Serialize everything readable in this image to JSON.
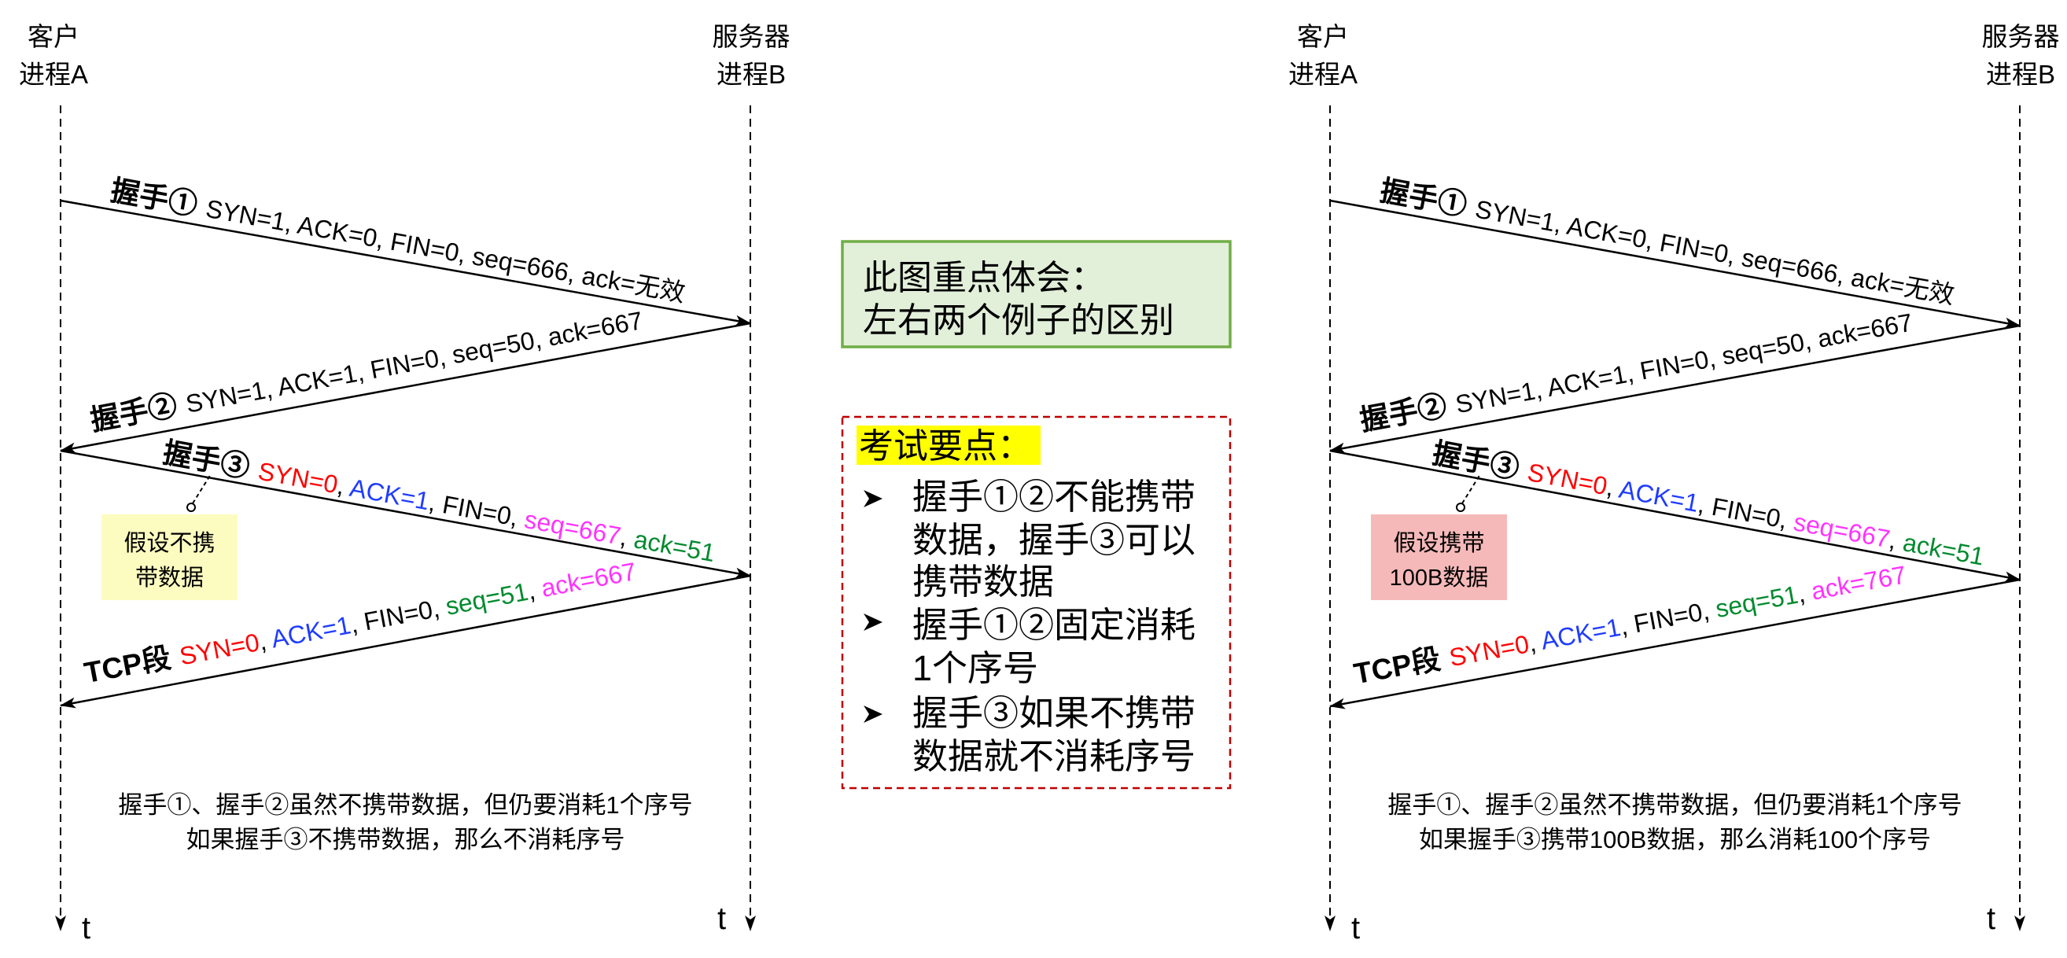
{
  "separator": ", ",
  "colors": {
    "text": "#000000",
    "summary_highlight": "#ff0000",
    "focus_fill": "#e2efd9",
    "focus_stroke": "#70ad47",
    "exam_fill": "#ffffff",
    "exam_stroke": "#c00000",
    "exam_title_highlight": "#ffff00"
  },
  "diagrams": [
    {
      "client_label": [
        "客户",
        "进程A"
      ],
      "server_label": [
        "服务器",
        "进程B"
      ],
      "client_time": "t",
      "server_time": "t",
      "messages": [
        {
          "title": "握手①",
          "fields": [
            {
              "text": "SYN=1"
            },
            {
              "text": "ACK=0"
            },
            {
              "text": "FIN=0"
            },
            {
              "text": "seq=666"
            },
            {
              "text": "ack=无效"
            }
          ]
        },
        {
          "title": "握手②",
          "fields": [
            {
              "text": "SYN=1"
            },
            {
              "text": "ACK=1"
            },
            {
              "text": "FIN=0"
            },
            {
              "text": "seq=50"
            },
            {
              "text": "ack=667"
            }
          ]
        },
        {
          "title": "握手③",
          "fields": [
            {
              "text": "SYN=0",
              "color": "#ff0000"
            },
            {
              "text": "ACK=1",
              "color": "#1f3cff"
            },
            {
              "text": "FIN=0"
            },
            {
              "text": "seq=667",
              "color": "#ff33ff"
            },
            {
              "text": "ack=51",
              "color": "#008a2e"
            }
          ]
        },
        {
          "title": "TCP段",
          "fields": [
            {
              "text": "SYN=0",
              "color": "#ff0000"
            },
            {
              "text": "ACK=1",
              "color": "#1f3cff"
            },
            {
              "text": "FIN=0"
            },
            {
              "text": "seq=51",
              "color": "#008a2e"
            },
            {
              "text": "ack=667",
              "color": "#ff33ff"
            }
          ]
        }
      ],
      "note": {
        "lines": [
          "假设不携",
          "带数据"
        ],
        "fill": "#fdfcc0"
      },
      "summary": "握手①、握手②虽然不携带数据，但仍要消耗1个序号",
      "summary_highlight": "如果握手③不携带数据，那么不消耗序号"
    },
    {
      "client_label": [
        "客户",
        "进程A"
      ],
      "server_label": [
        "服务器",
        "进程B"
      ],
      "client_time": "t",
      "server_time": "t",
      "messages": [
        {
          "title": "握手①",
          "fields": [
            {
              "text": "SYN=1"
            },
            {
              "text": "ACK=0"
            },
            {
              "text": "FIN=0"
            },
            {
              "text": "seq=666"
            },
            {
              "text": "ack=无效"
            }
          ]
        },
        {
          "title": "握手②",
          "fields": [
            {
              "text": "SYN=1"
            },
            {
              "text": "ACK=1"
            },
            {
              "text": "FIN=0"
            },
            {
              "text": "seq=50"
            },
            {
              "text": "ack=667"
            }
          ]
        },
        {
          "title": "握手③",
          "fields": [
            {
              "text": "SYN=0",
              "color": "#ff0000"
            },
            {
              "text": "ACK=1",
              "color": "#1f3cff"
            },
            {
              "text": "FIN=0"
            },
            {
              "text": "seq=667",
              "color": "#ff33ff"
            },
            {
              "text": "ack=51",
              "color": "#008a2e"
            }
          ]
        },
        {
          "title": "TCP段",
          "fields": [
            {
              "text": "SYN=0",
              "color": "#ff0000"
            },
            {
              "text": "ACK=1",
              "color": "#1f3cff"
            },
            {
              "text": "FIN=0"
            },
            {
              "text": "seq=51",
              "color": "#008a2e"
            },
            {
              "text": "ack=767",
              "color": "#ff33ff"
            }
          ]
        }
      ],
      "note": {
        "lines": [
          "假设携带",
          "100B数据"
        ],
        "fill": "#f6b9b9"
      },
      "summary": "握手①、握手②虽然不携带数据，但仍要消耗1个序号",
      "summary_highlight": "如果握手③携带100B数据，那么消耗100个序号"
    }
  ],
  "focus_box": {
    "lines": [
      "此图重点体会：",
      "左右两个例子的区别"
    ]
  },
  "exam_points": {
    "title": "考试要点：",
    "bullets": [
      {
        "lines": [
          "握手①②不能携带",
          "数据，握手③可以",
          "携带数据"
        ]
      },
      {
        "lines": [
          "握手①②固定消耗",
          "1个序号"
        ]
      },
      {
        "lines": [
          "握手③如果不携带",
          "数据就不消耗序号"
        ]
      }
    ]
  }
}
